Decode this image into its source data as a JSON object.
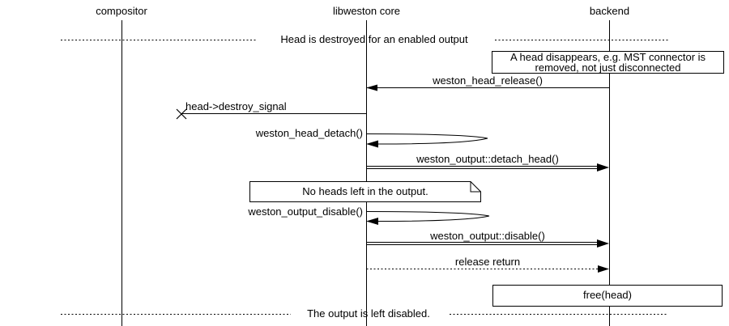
{
  "diagram_type": "uml-sequence-diagram",
  "colors": {
    "line": "#000000",
    "background": "#ffffff",
    "text": "#000000"
  },
  "lifelines": {
    "compositor": "compositor",
    "libweston": "libweston core",
    "backend": "backend"
  },
  "dividers": {
    "top": "Head is destroyed for an enabled output",
    "bottom": "The output is left disabled."
  },
  "notes": {
    "head_disappears": {
      "line1": "A head disappears, e.g. MST connector is",
      "line2": "removed, not just disconnected"
    },
    "no_heads_left": "No heads left in the output.",
    "free_head": "free(head)"
  },
  "messages": {
    "head_release": "weston_head_release()",
    "destroy_signal": "head->destroy_signal",
    "head_detach": "weston_head_detach()",
    "detach_head": "weston_output::detach_head()",
    "output_disable_call": "weston_output_disable()",
    "output_disable": "weston_output::disable()",
    "release_return": "release return"
  }
}
